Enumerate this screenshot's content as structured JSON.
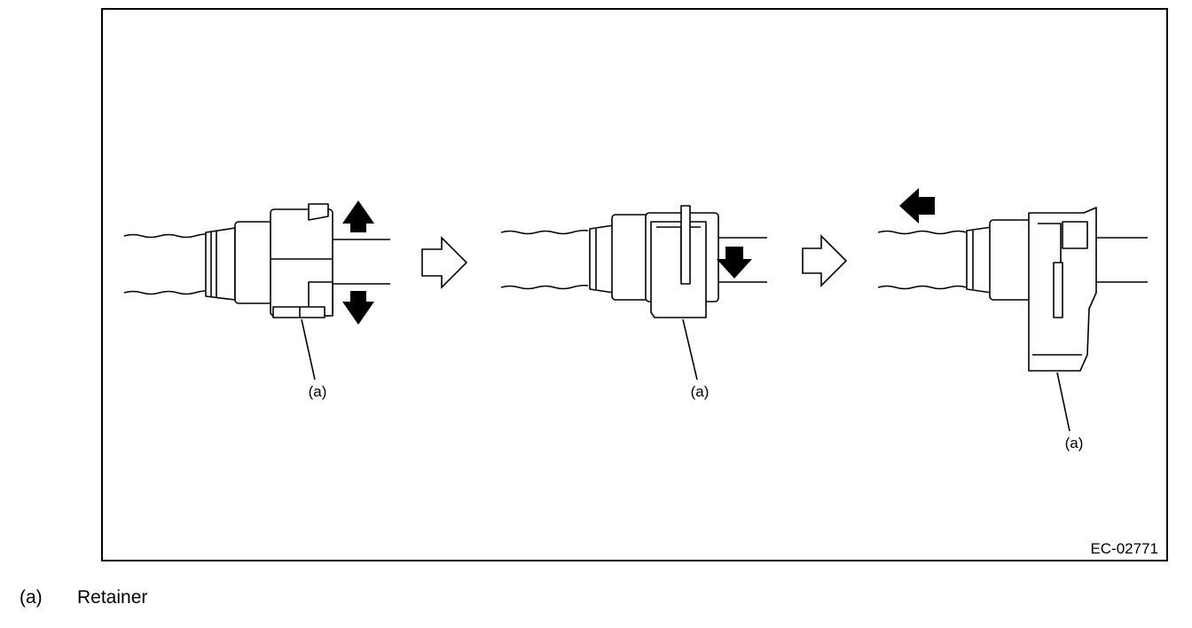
{
  "diagram": {
    "figure_code": "EC-02771",
    "callouts": [
      "(a)",
      "(a)",
      "(a)"
    ]
  },
  "legend": [
    {
      "key": "(a)",
      "text": "Retainer"
    }
  ]
}
